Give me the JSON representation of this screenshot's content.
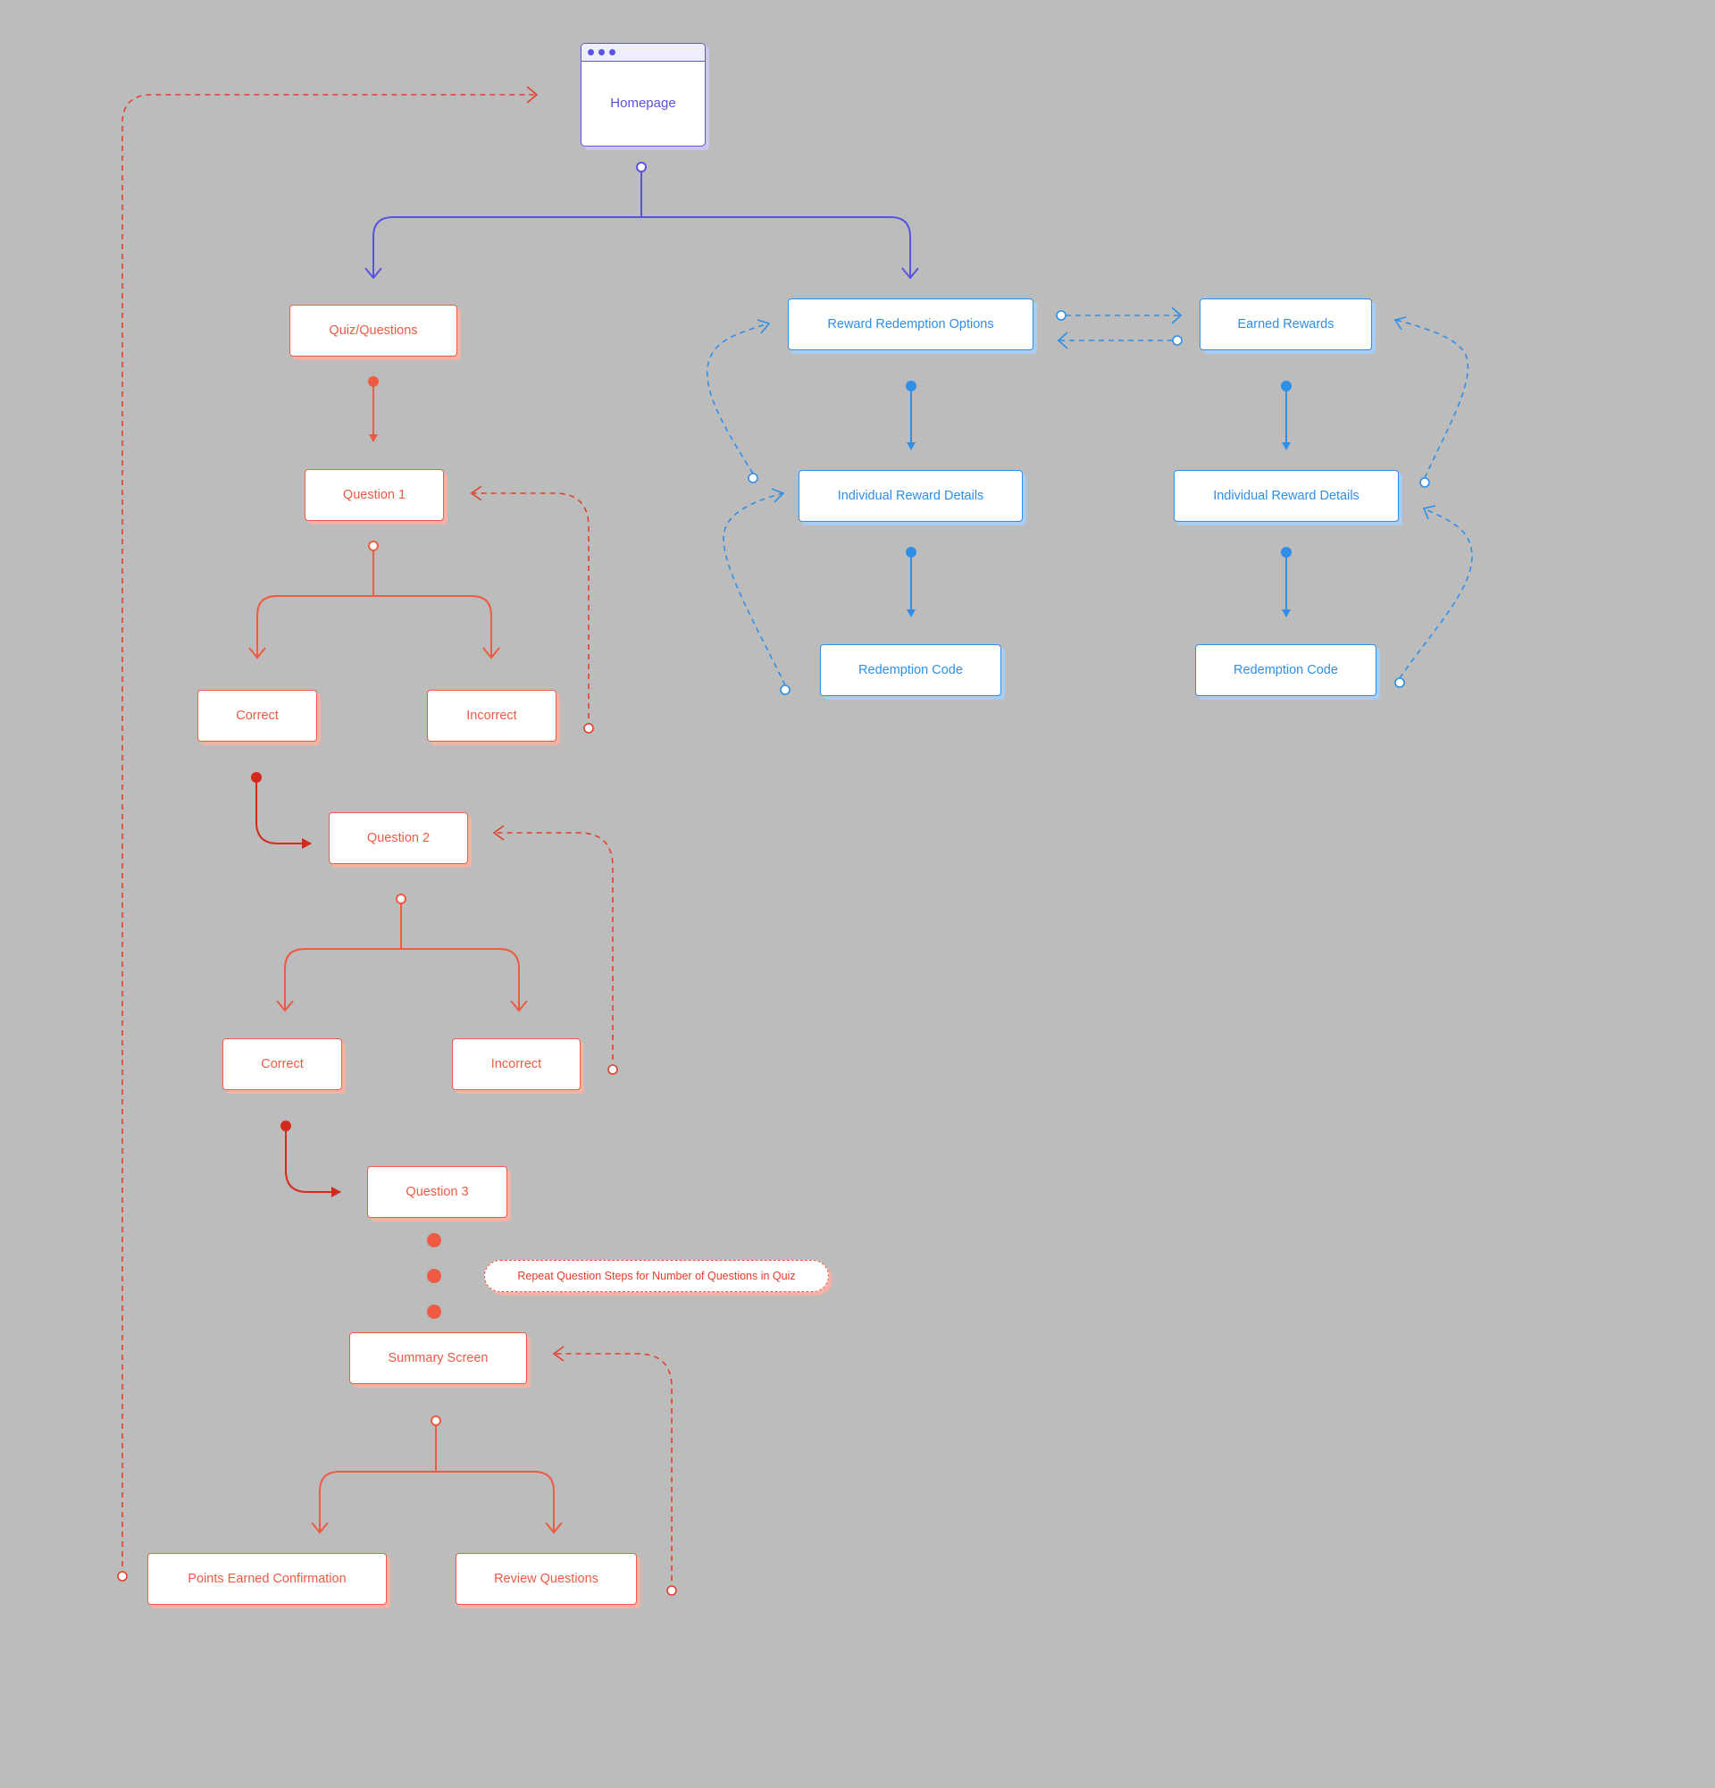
{
  "homepage": {
    "label": "Homepage"
  },
  "quiz": {
    "root": "Quiz/Questions",
    "question_1": "Question 1",
    "q1_correct": "Correct",
    "q1_incorrect": "Incorrect",
    "question_2": "Question 2",
    "q2_correct": "Correct",
    "q2_incorrect": "Incorrect",
    "question_3": "Question 3",
    "repeat_note": "Repeat Question Steps for Number of Questions in Quiz",
    "summary": "Summary Screen",
    "points_confirmation": "Points Earned Confirmation",
    "review": "Review Questions"
  },
  "rewards": {
    "options": "Reward Redemption Options",
    "options_detail": "Individual Reward Details",
    "options_code": "Redemption Code",
    "earned": "Earned Rewards",
    "earned_detail": "Individual Reward Details",
    "earned_code": "Redemption Code"
  },
  "colors": {
    "background": "#bcbcbc",
    "home": "#5a52e0",
    "quiz": "#ef5a43",
    "quiz_dark": "#d42a1e",
    "rewards": "#2f8fe8"
  }
}
